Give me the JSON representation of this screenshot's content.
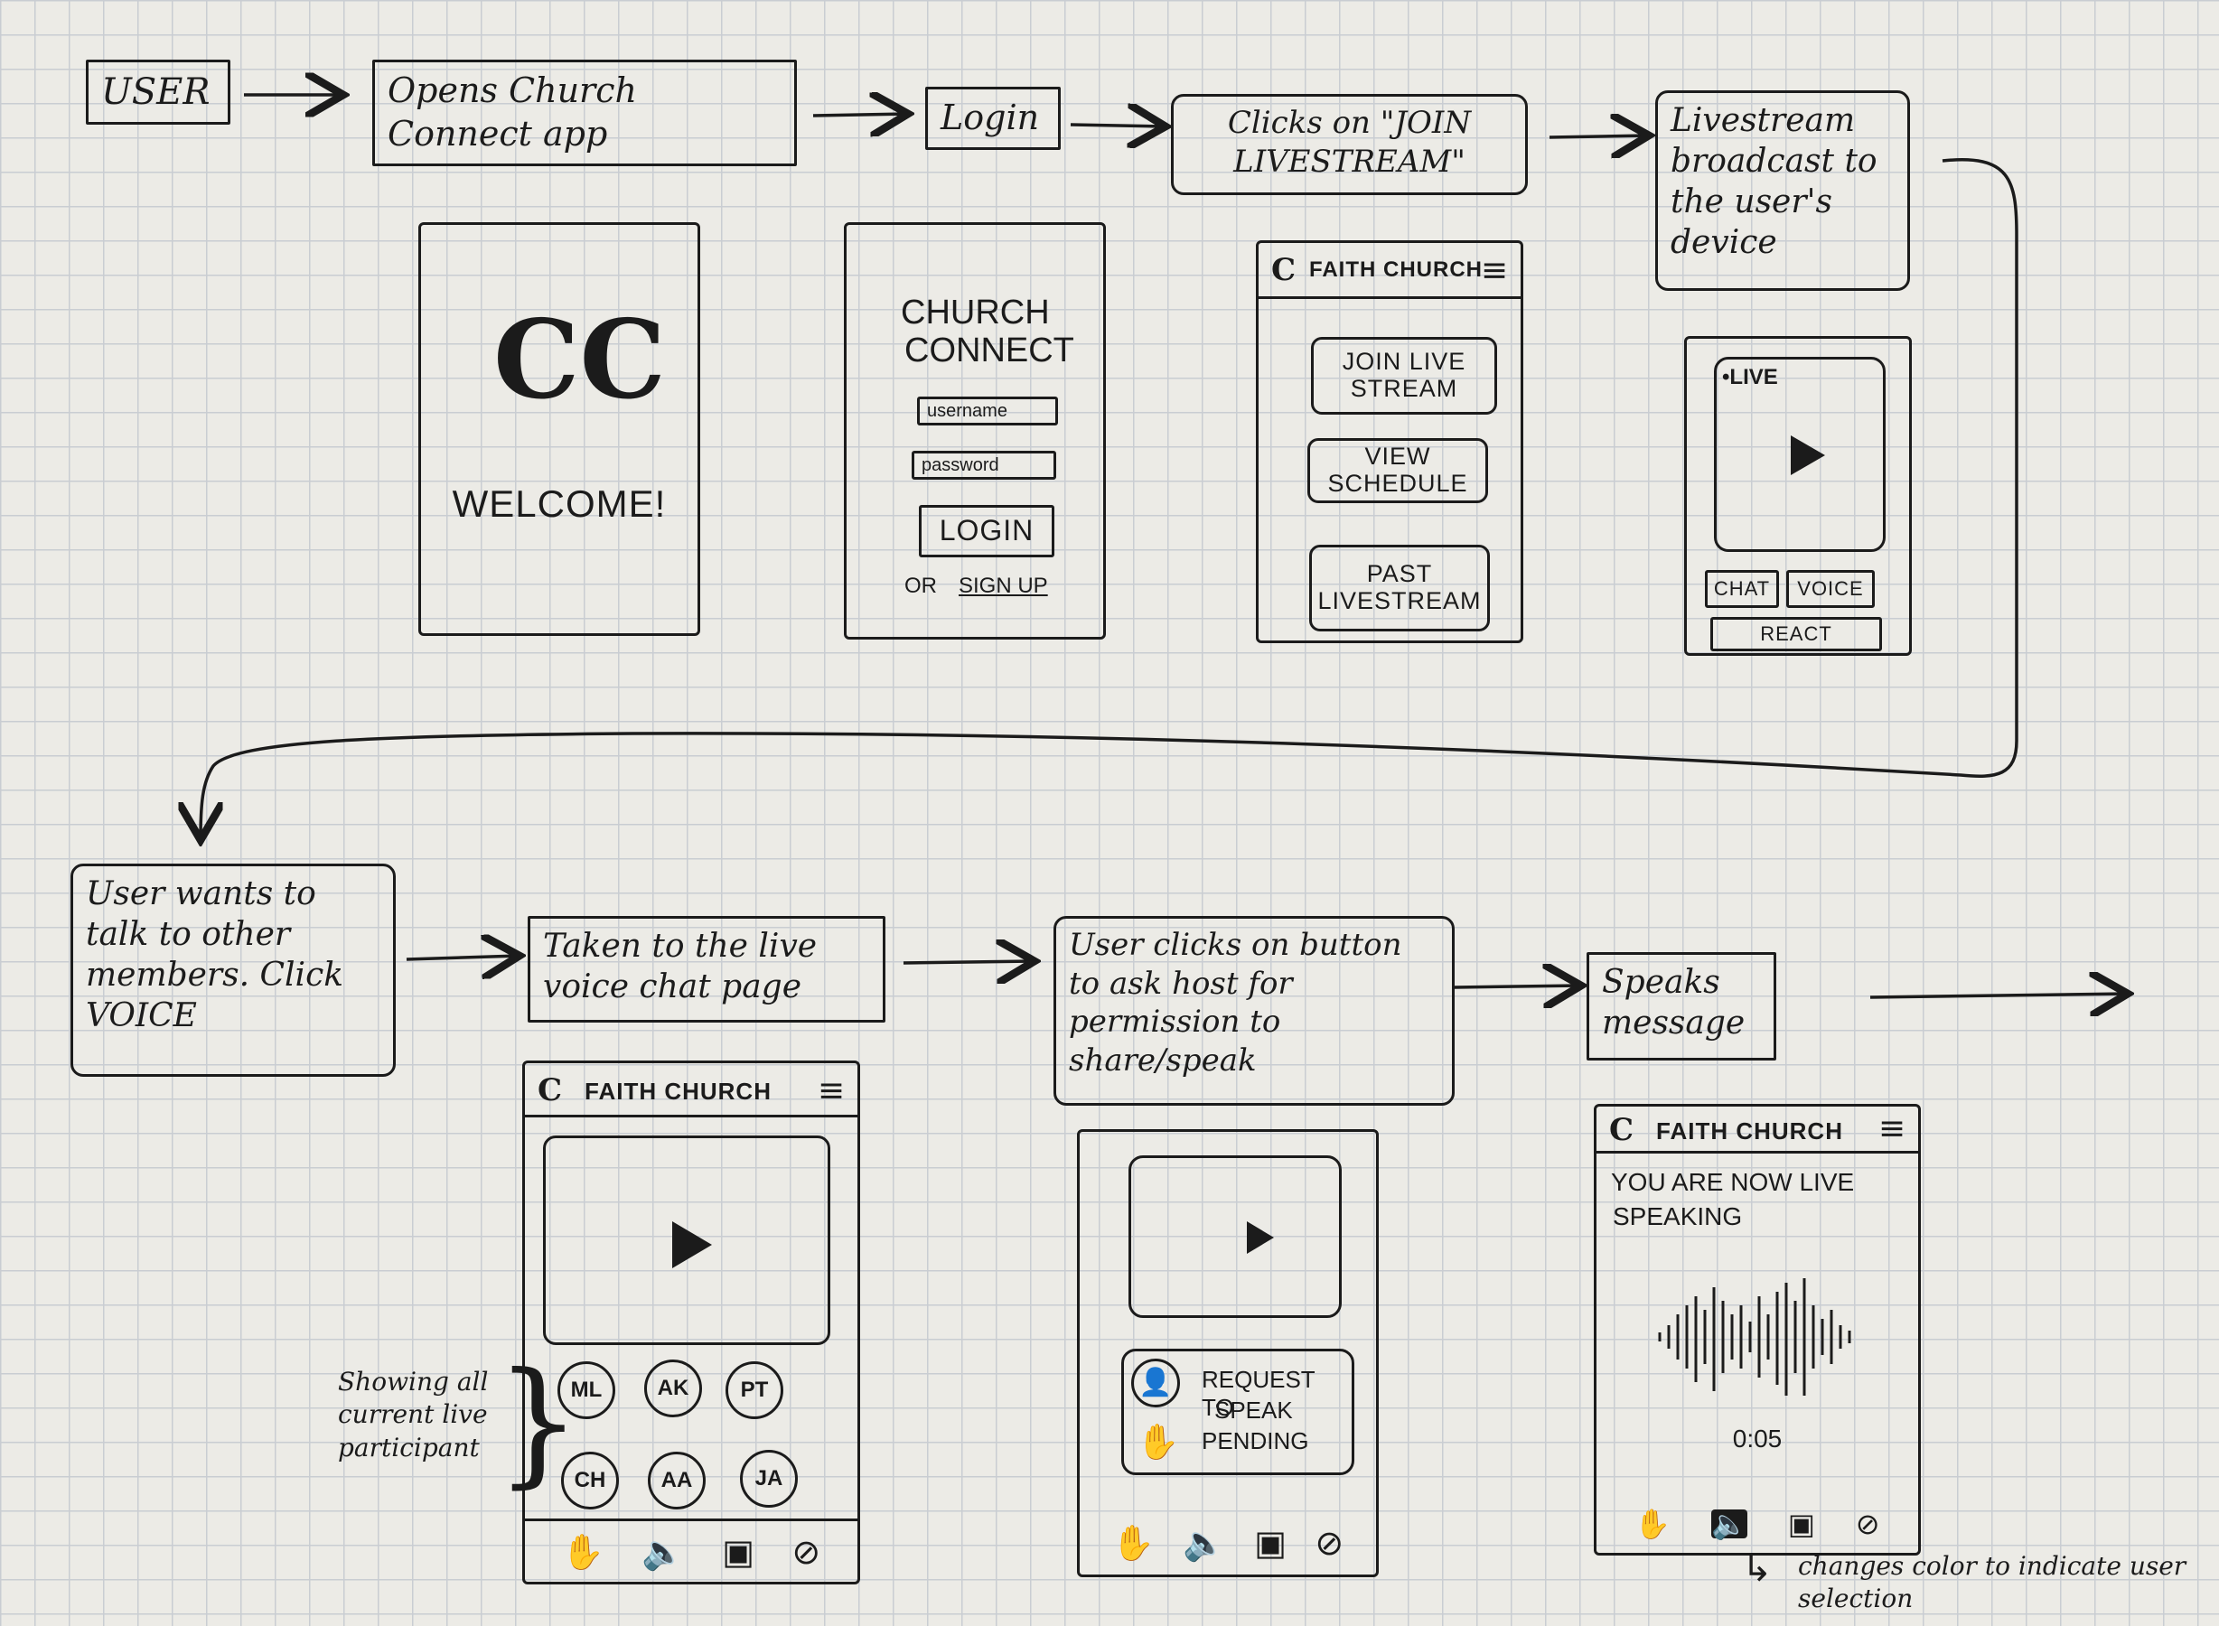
{
  "flow": {
    "step_user": "USER",
    "step_opens": "Opens Church Connect app",
    "step_login": "Login",
    "step_clicks_join": "Clicks on \"JOIN LIVESTREAM\"",
    "step_broadcast": "Livestream broadcast to the user's device",
    "step_wants_talk": "User wants to talk to other members. Click VOICE",
    "step_taken_voice": "Taken to the live voice chat page",
    "step_request": "User clicks on button to ask host for permission to share/speak",
    "step_speaks": "Speaks message"
  },
  "welcome_screen": {
    "logo": "CC",
    "welcome_text": "WELCOME!"
  },
  "login_screen": {
    "title_line1": "CHURCH",
    "title_line2": "CONNECT",
    "username_placeholder": "username",
    "password_placeholder": "password",
    "login_button": "LOGIN",
    "or_text": "OR",
    "signup_link": "SIGN UP"
  },
  "home_screen": {
    "logo": "C",
    "title": "FAITH CHURCH",
    "menu_icon": "≡",
    "join_button": "JOIN LIVE STREAM",
    "schedule_button": "VIEW SCHEDULE",
    "past_button": "PAST LIVESTREAM"
  },
  "live_screen": {
    "live_badge": "•LIVE",
    "chat_button": "CHAT",
    "voice_button": "VOICE",
    "react_button": "REACT"
  },
  "voice_screen": {
    "logo": "C",
    "title": "FAITH CHURCH",
    "menu_icon": "≡",
    "participants": [
      "ML",
      "AK",
      "PT",
      "CH",
      "AA",
      "JA"
    ],
    "participants_note": "Showing all current live participant"
  },
  "request_screen": {
    "request_line1": "REQUEST TO",
    "request_line2": "SPEAK",
    "request_line3": "PENDING"
  },
  "speaking_screen": {
    "logo": "C",
    "title": "FAITH CHURCH",
    "menu_icon": "≡",
    "status_line1": "YOU ARE NOW LIVE",
    "status_line2": "SPEAKING",
    "timer": "0:05",
    "toolbar_note": "changes color to indicate user selection"
  },
  "toolbar_icons": [
    "hand-raise-icon",
    "speaker-icon",
    "camera-icon",
    "block-icon"
  ]
}
